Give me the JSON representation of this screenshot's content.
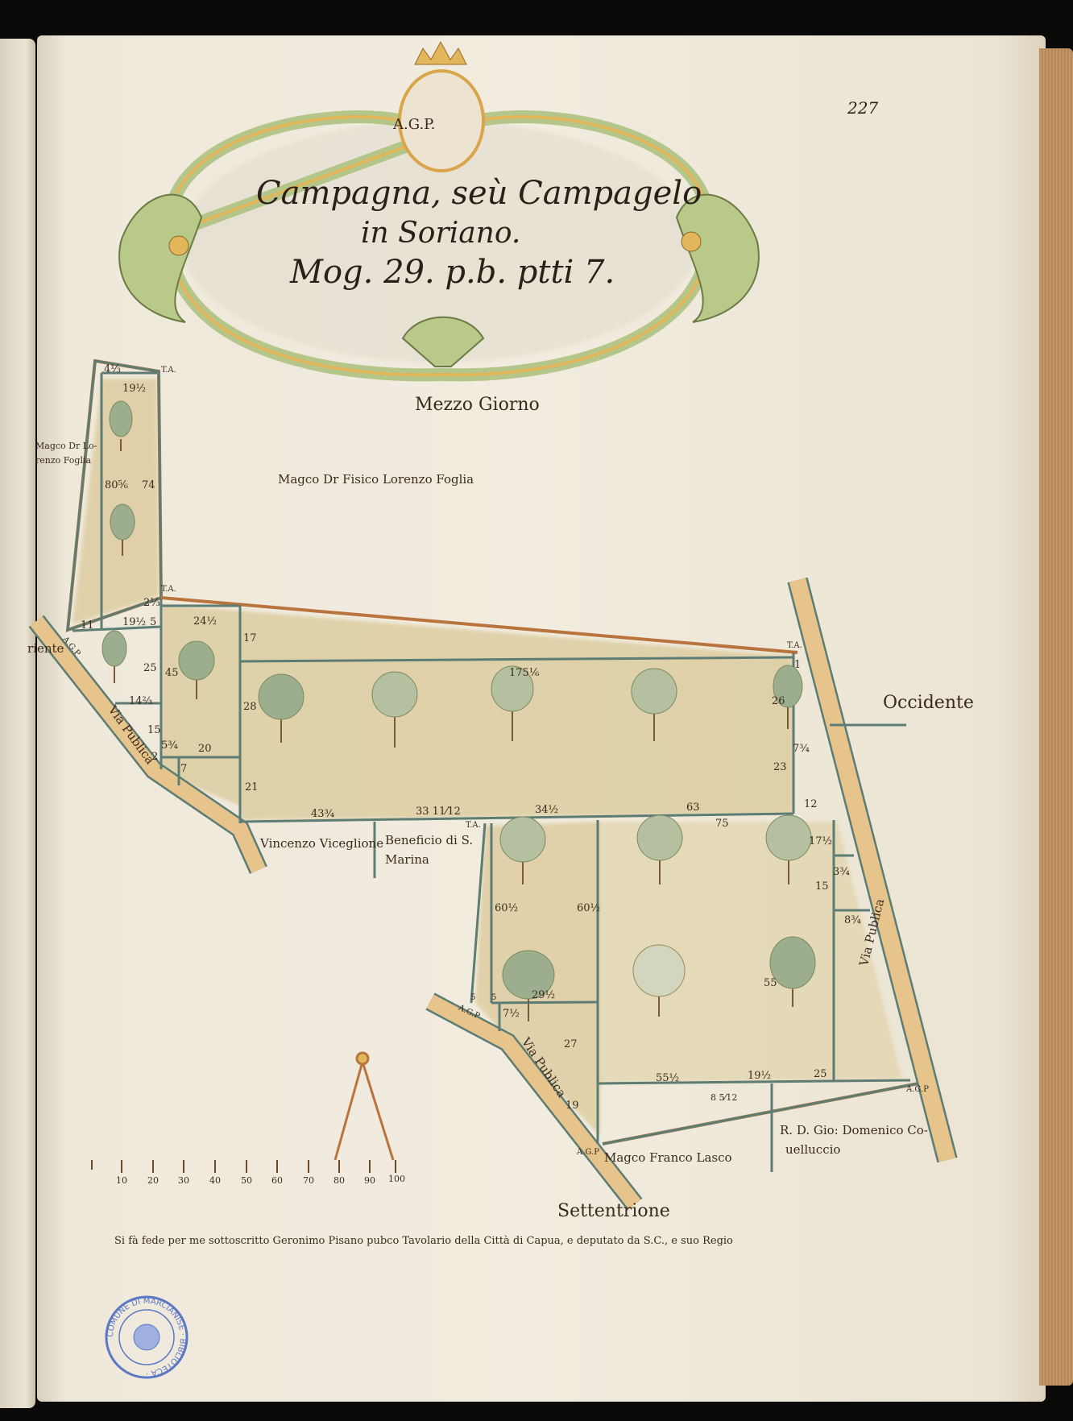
{
  "page_number": "227",
  "cartouche": {
    "initials": "A.G.P.",
    "title_line1": "Campagna, seù Campagelo",
    "title_line2": "in Soriano.",
    "title_line3": "Mog. 29. p.b. ptti 7."
  },
  "directions": {
    "south": "Mezzo Giorno",
    "west": "Occidente",
    "north": "Settentrione",
    "east_partial": "riente"
  },
  "owners": {
    "north_neighbor": "Magco Dr Fisico Lorenzo Foglia",
    "left_strip_line1": "Magco Dr Lo-",
    "left_strip_line2": "renzo Foglia",
    "vincenzo": "Vincenzo Viceglione",
    "beneficio_line1": "Beneficio di S.",
    "beneficio_line2": "Marina",
    "lasco": "Magco Franco Lasco",
    "coviello_line1": "R. D. Gio: Domenico Co-",
    "coviello_line2": "uelluccio"
  },
  "roads": {
    "left": "Via Publica",
    "right": "Via Publica",
    "lower": "Via Publica"
  },
  "survey_marks": {
    "ta": "T.A.",
    "agp": "A.G.P"
  },
  "measurements": [
    "4⅓",
    "19½",
    "80⅚",
    "74",
    "2⅓",
    "11",
    "19½",
    "5",
    "24½",
    "25",
    "45",
    "14⅔",
    "15",
    "5¾",
    "20",
    "2",
    "7",
    "17",
    "28",
    "21",
    "175⅙",
    "1",
    "26",
    "7¾",
    "23",
    "12",
    "43¾",
    "33 11⁄12",
    "34½",
    "63",
    "75",
    "17½",
    "15",
    "3¾",
    "8¾",
    "60½",
    "60½",
    "5",
    "5",
    "29½",
    "7½",
    "27",
    "55",
    "55½",
    "19½",
    "25",
    "19",
    "8 5⁄12"
  ],
  "scale": {
    "labels": [
      "10",
      "20",
      "30",
      "40",
      "50",
      "60",
      "70",
      "80",
      "90",
      "100"
    ]
  },
  "certification": "Si fà fede per me sottoscritto Geronimo Pisano pubco Tavolario della Città di Capua, e deputato da S.C., e suo Regio",
  "stamp_text": "COMUNE DI MARCIANISE · BIBLIOTECA ·",
  "colors": {
    "ink": "#3a2a1e",
    "boundary_teal": "#5d7d74",
    "boundary_ochre": "#b8743c",
    "field_wash": "#d7c48e",
    "road_fill": "#e7c48b",
    "cartouche_green": "#a9bf7a",
    "cartouche_gold": "#e2b65a",
    "stamp_blue": "#5c77c4"
  }
}
